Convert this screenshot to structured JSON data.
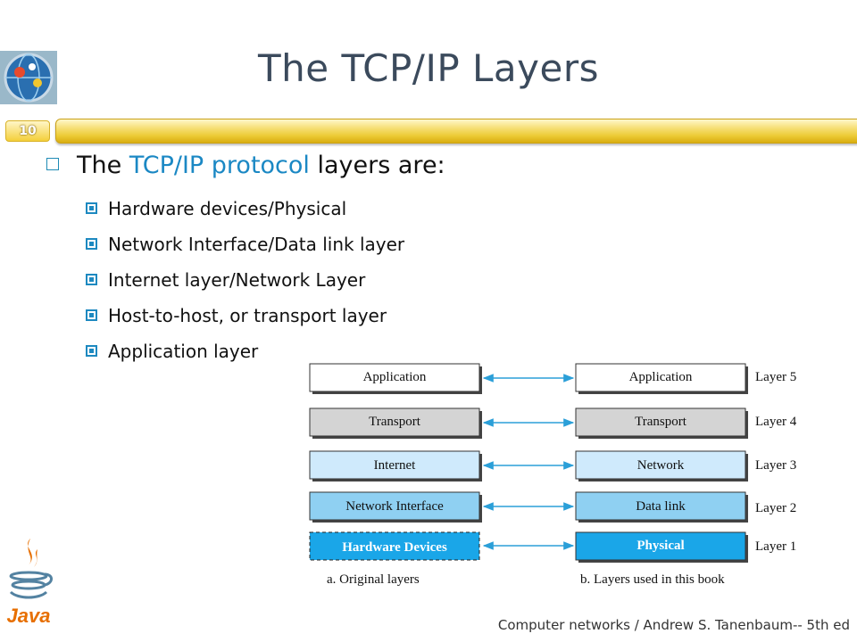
{
  "slide": {
    "title": "The TCP/IP Layers",
    "page_number": "10",
    "footer": "Computer networks / Andrew S. Tanenbaum-- 5th ed"
  },
  "main_bullet": {
    "prefix": "The ",
    "highlight": "TCP/IP protocol",
    "suffix": " layers are:"
  },
  "sub_bullets": [
    "Hardware devices/Physical",
    "Network Interface/Data link layer",
    "Internet layer/Network Layer",
    "Host-to-host, or transport layer",
    "Application layer"
  ],
  "diagram": {
    "original_layers": [
      "Application",
      "Transport",
      "Internet",
      "Network Interface",
      "Hardware Devices"
    ],
    "book_layers": [
      "Application",
      "Transport",
      "Network",
      "Data link",
      "Physical"
    ],
    "layer_labels": [
      "Layer 5",
      "Layer 4",
      "Layer 3",
      "Layer 2",
      "Layer 1"
    ],
    "caption_left": "a. Original layers",
    "caption_right": "b. Layers used in this book",
    "colors": {
      "application": "#ffffff",
      "transport": "#d4d4d4",
      "internet": "#cfeafc",
      "network_interface": "#8fd0f2",
      "physical": "#1aa6e8",
      "arrow": "#2b9fd8"
    }
  }
}
